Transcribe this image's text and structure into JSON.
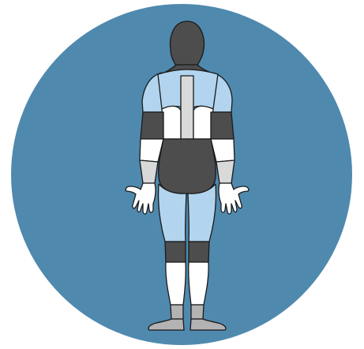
{
  "illustration": {
    "subject": "human-figure-rear-view",
    "palette": {
      "circle_background": "#4f89ae",
      "dark_grey": "#4d4d4d",
      "light_blue": "#b2d4ee",
      "white": "#ffffff",
      "light_grey": "#d9d9d9",
      "mid_grey": "#b3b3b3",
      "outline": "#1a1a1a"
    },
    "regions": [
      "head-neck",
      "shoulders-upper-back",
      "spine",
      "upper-arms",
      "elbows",
      "forearms",
      "hands",
      "lower-back",
      "hips-buttocks",
      "thighs",
      "knees",
      "calves",
      "feet"
    ]
  }
}
